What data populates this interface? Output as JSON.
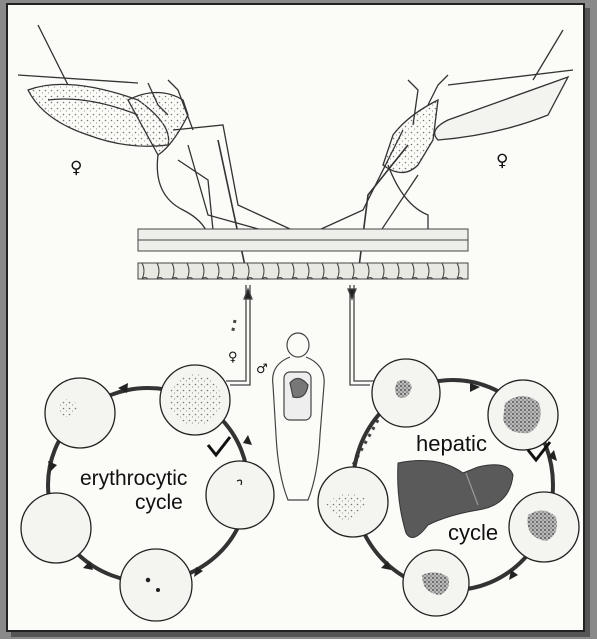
{
  "labels": {
    "erythrocytic": "erythrocytic",
    "erythrocytic_cycle": "cycle",
    "hepatic": "hepatic",
    "hepatic_cycle": "cycle"
  },
  "symbols": {
    "female_left": "♀",
    "female_right": "♀",
    "female_small": "♀",
    "male_small": "♂"
  },
  "icons": {
    "mosquito_left": "mosquito-female-icon",
    "mosquito_right": "mosquito-female-icon",
    "human": "human-figure-icon",
    "liver": "liver-icon",
    "skin": "skin-layer-icon",
    "checkmark": "checkmark-icon"
  },
  "colors": {
    "ink": "#222222",
    "paper": "#fbfbf8",
    "liver": "#5a5a5a",
    "cell_fill": "#f4f4f0"
  }
}
